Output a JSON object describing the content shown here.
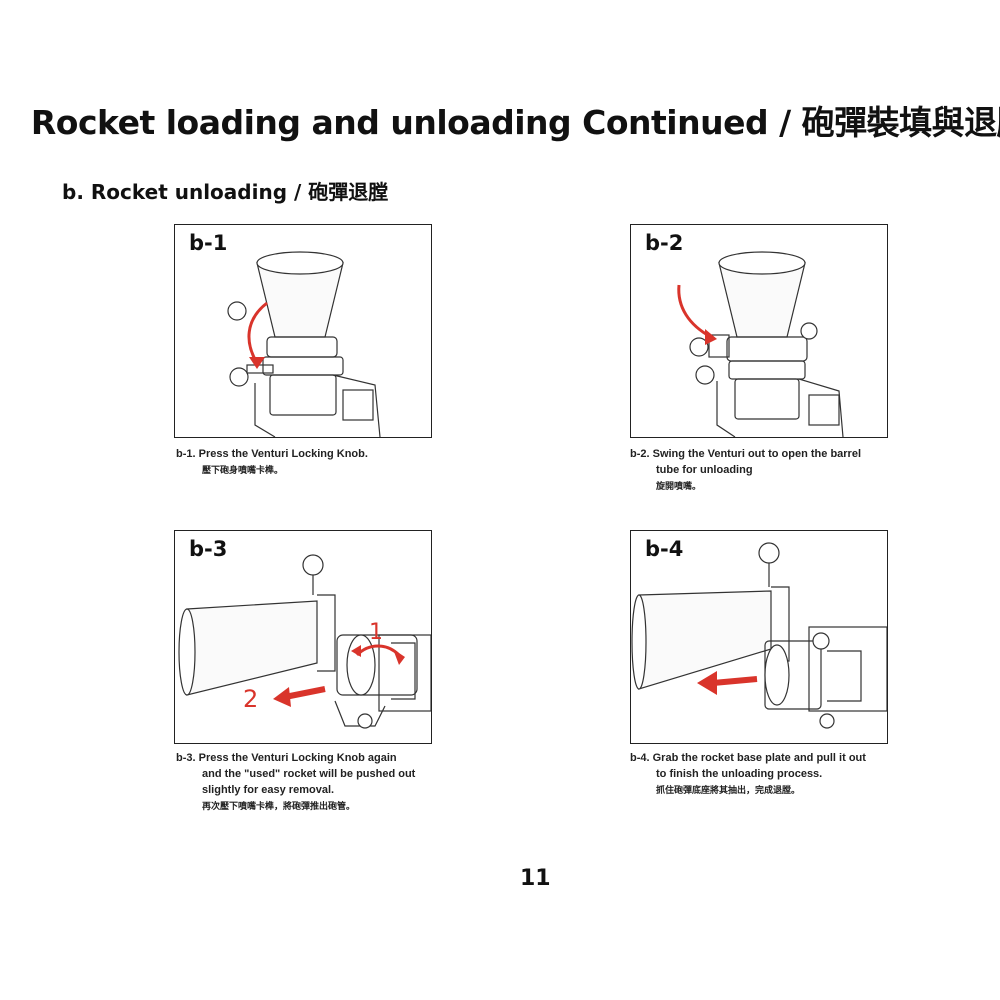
{
  "header": {
    "title": "Rocket loading and unloading Continued / 砲彈裝填與退膛"
  },
  "section": {
    "subtitle": "b. Rocket unloading / 砲彈退膛"
  },
  "panels": [
    {
      "label": "b-1",
      "caption_lines": [
        "b-1. Press the Venturi Locking Knob."
      ],
      "caption_zh": "壓下砲身噴嘴卡榫。"
    },
    {
      "label": "b-2",
      "caption_lines": [
        "b-2. Swing the Venturi out to open the barrel",
        "tube for unloading"
      ],
      "caption_zh": "旋開噴嘴。"
    },
    {
      "label": "b-3",
      "caption_lines": [
        "b-3. Press the Venturi Locking Knob again",
        "and the \"used\" rocket will be pushed out",
        "slightly for easy removal."
      ],
      "caption_zh": "再次壓下噴嘴卡榫，將砲彈推出砲管。",
      "step_labels": [
        "1",
        "2"
      ]
    },
    {
      "label": "b-4",
      "caption_lines": [
        "b-4. Grab the rocket base plate and pull it out",
        "to finish the unloading process."
      ],
      "caption_zh": "抓住砲彈底座將其抽出，完成退膛。"
    }
  ],
  "footer": {
    "page_number": "11"
  },
  "colors": {
    "arrow_red": "#d9342b",
    "line": "#333333"
  }
}
